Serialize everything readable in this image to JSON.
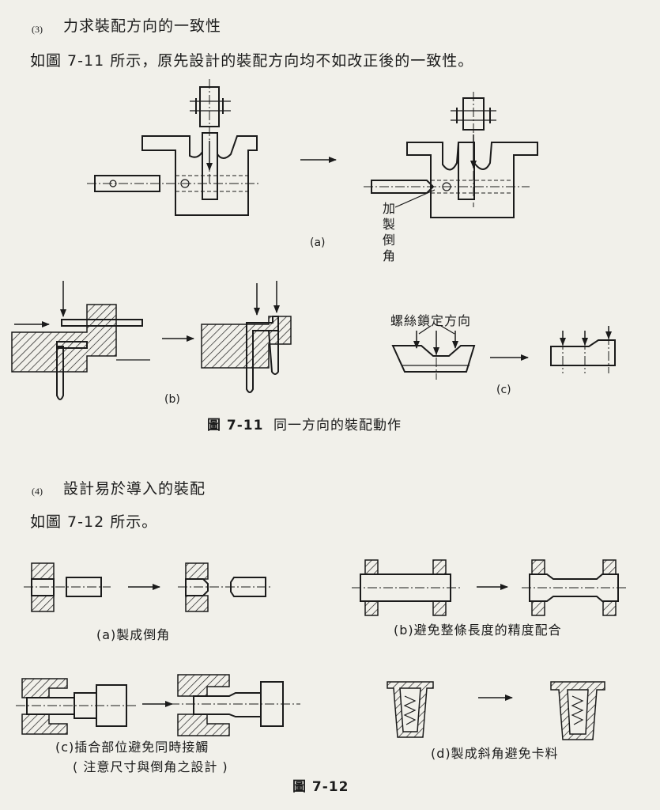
{
  "section3": {
    "number": "(3)",
    "title": "力求裝配方向的一致性",
    "body": "如圖 7-11 所示，原先設計的裝配方向均不如改正後的一致性。"
  },
  "fig711": {
    "label_a": "(a)",
    "label_b": "(b)",
    "label_c": "(c)",
    "chamfer_note": [
      "加",
      "製",
      "倒",
      "角"
    ],
    "screw_note": "螺絲鎖定方向",
    "caption_number": "圖 7-11",
    "caption_text": "同一方向的裝配動作"
  },
  "section4": {
    "number": "(4)",
    "title": "設計易於導入的裝配",
    "body": "如圖 7-12 所示。"
  },
  "fig712": {
    "label_a": "(a)製成倒角",
    "label_b": "(b)避免整條長度的精度配合",
    "label_c": "(c)插合部位避免同時接觸",
    "label_c2": "( 注意尺寸與倒角之設計 )",
    "label_d": "(d)製成斜角避免卡料",
    "caption": "圖 7-12"
  }
}
